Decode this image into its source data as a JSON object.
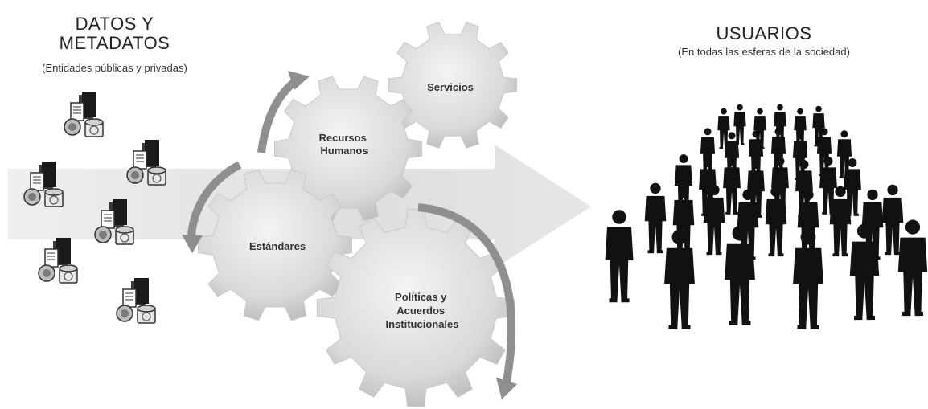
{
  "left": {
    "title_line1": "DATOS Y",
    "title_line2": "METADATOS",
    "subtitle": "(Entidades públicas y privadas)"
  },
  "right": {
    "title": "USUARIOS",
    "subtitle": "(En todas las esferas de la sociedad)"
  },
  "gears": {
    "servicios": "Servicios",
    "recursos_line1": "Recursos",
    "recursos_line2": "Humanos",
    "estandares": "Estándares",
    "politicas_line1": "Políticas y",
    "politicas_line2": "Acuerdos",
    "politicas_line3": "Institucionales"
  },
  "colors": {
    "arrow": "#dcdcdc",
    "gear": "#d6d6d6",
    "curved_arrow": "#8f8f8f",
    "silhouette": "#111111"
  }
}
